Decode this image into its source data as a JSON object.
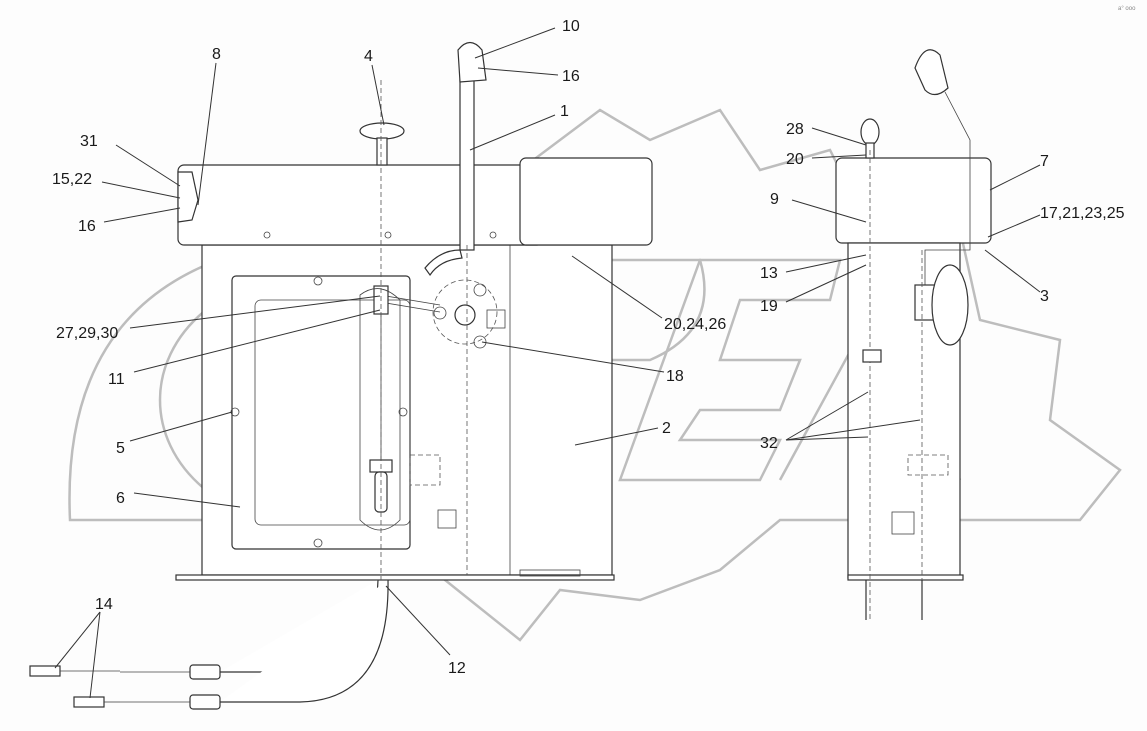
{
  "watermark": {
    "text": "OPEX",
    "color": "#bdbdbd"
  },
  "corner_mark": "a° ooo",
  "front_view_labels": {
    "l10": "10",
    "l16a": "16",
    "l4": "4",
    "l8": "8",
    "l1": "1",
    "l31": "31",
    "l15_22": "15,22",
    "l16b": "16",
    "l27_29_30": "27,29,30",
    "l11": "11",
    "l5": "5",
    "l6": "6",
    "l20_24_26": "20,24,26",
    "l18": "18",
    "l2": "2",
    "l12": "12",
    "l14": "14"
  },
  "side_view_labels": {
    "l28": "28",
    "l20": "20",
    "l7": "7",
    "l9": "9",
    "l17_21_23_25": "17,21,23,25",
    "l13": "13",
    "l19": "19",
    "l3": "3",
    "l32": "32"
  },
  "colors": {
    "line": "#333333",
    "watermark": "#bdbdbd",
    "background": "#fdfdfd"
  }
}
